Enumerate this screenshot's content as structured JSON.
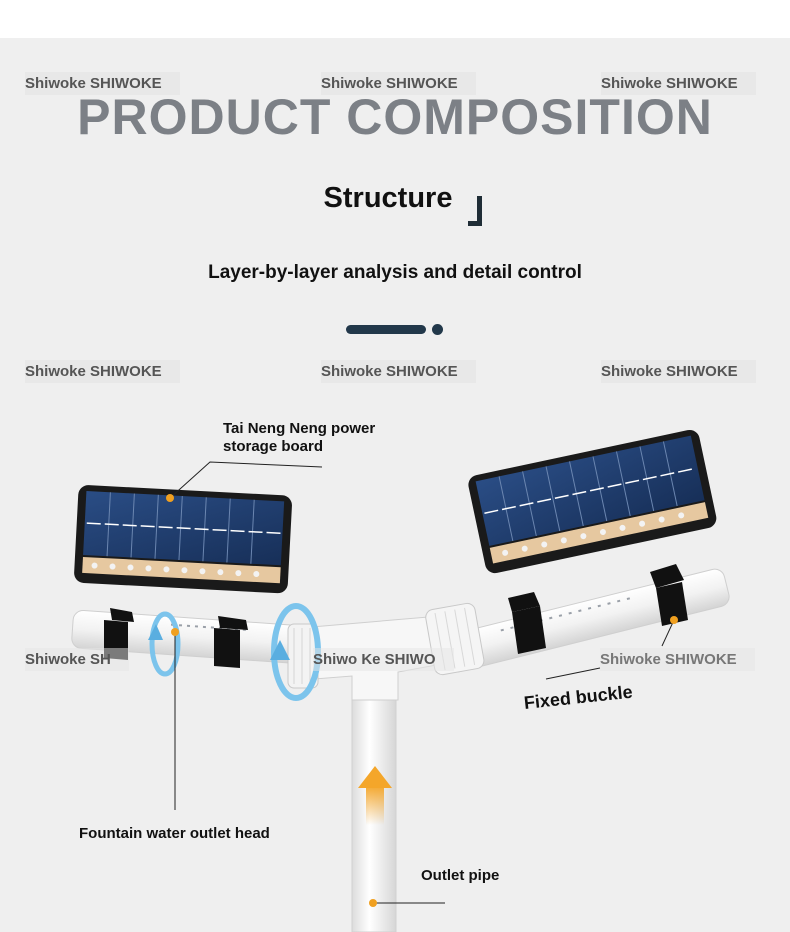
{
  "watermark_texts": [
    "Shiwoke SHIWOKE",
    "Shiwoke SHIWOKE",
    "Shiwoke SHIWOKE",
    "Shiwoke SHIWOKE",
    "Shiwoke SHIWOKE",
    "Shiwoke SHIWOKE",
    "Shiwoke SH",
    "Shiwo Ke SHIWO",
    "Shiwoke SHIWOKE"
  ],
  "headline": "PRODUCT COMPOSITION",
  "subhead": "Structure",
  "tagline": "Layer-by-layer analysis and detail control",
  "callouts": {
    "solar_board_line1": "Tai Neng Neng power",
    "solar_board_line2": "storage board",
    "fixed_buckle": "Fixed buckle",
    "fountain_head": "Fountain water outlet head",
    "outlet_pipe": "Outlet pipe"
  },
  "colors": {
    "accent_dot": "#f0a020",
    "arrow_blue": "#7cc4ec",
    "arrow_orange": "#f4a62a",
    "panel_blue": "#1e3a66",
    "heading_gray": "#7c8086"
  }
}
